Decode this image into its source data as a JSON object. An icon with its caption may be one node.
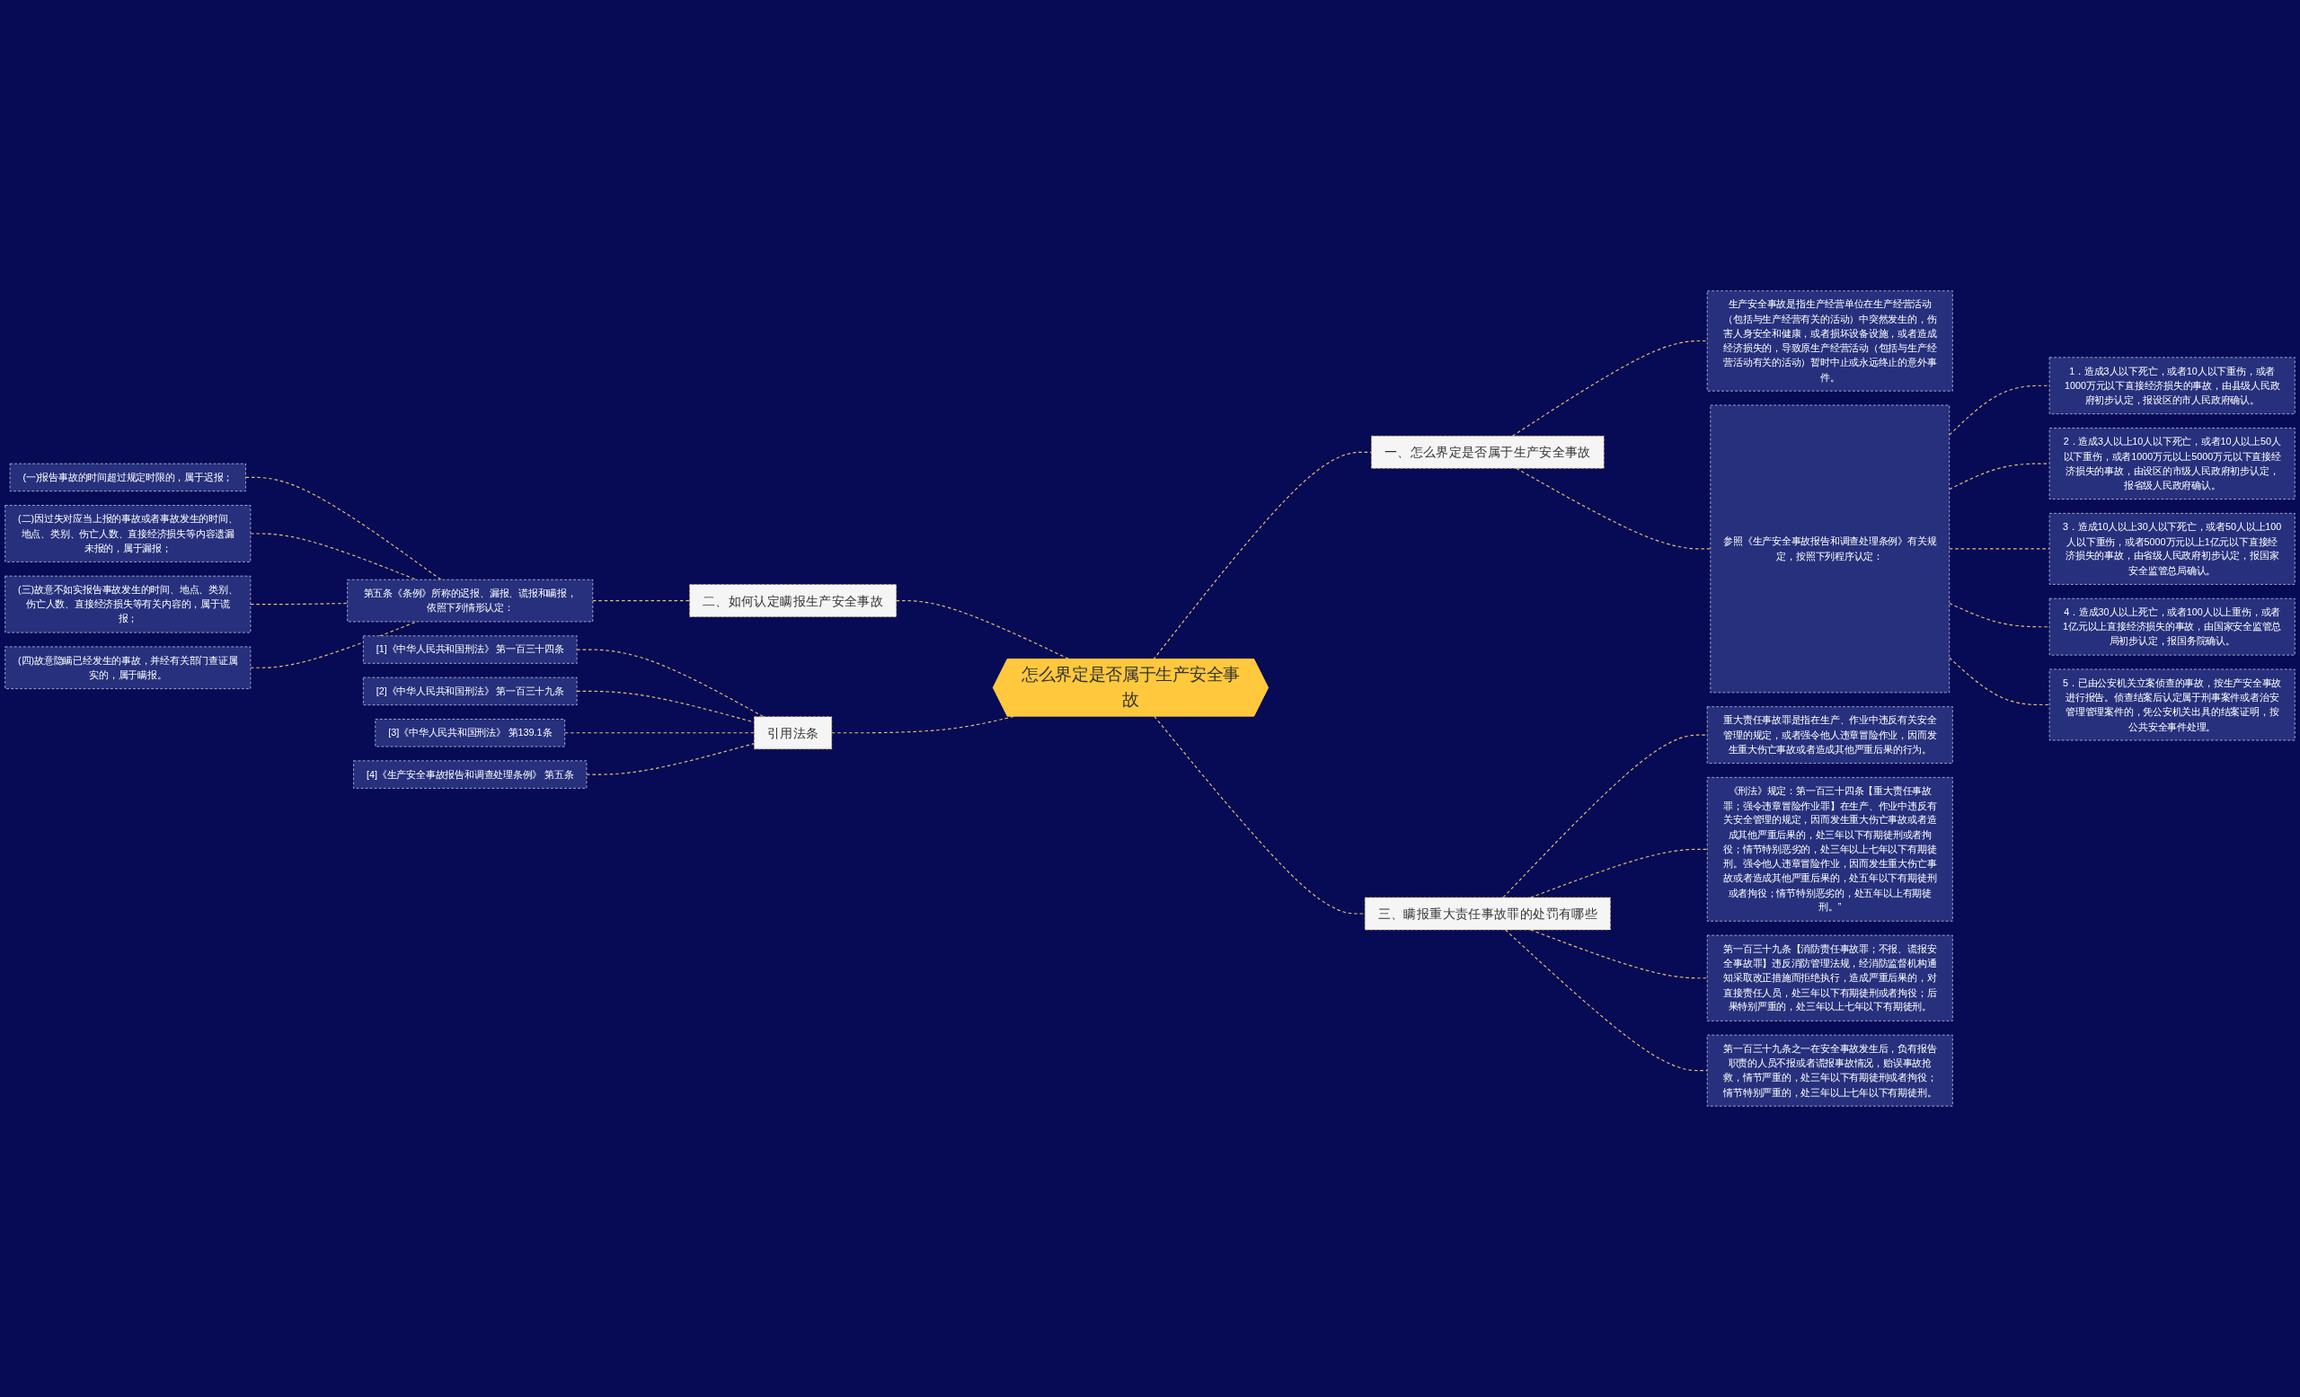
{
  "diagram": {
    "nodes": [
      {
        "text": [
          "怎么界定是否属于生产安全事故"
        ]
      },
      {
        "text": [
          "一、怎么界定是否属于生产安全事故"
        ]
      },
      {
        "text": [
          "生产安全事故是指生产经营单位在生产经营活动（包括与生产经营有关的活动）中突然发生的，伤害人身安全和健康，或者损坏设备设施，或者造成经济损失的，导致原生产经营活动（包括与生产经营活动有关的活动）暂时中止或永远终止的意外事件。"
        ]
      },
      {
        "text": [
          "参照《生产安全事故报告和调查处理条例》有关规定，按照下列程序认定："
        ]
      },
      {
        "text": [
          "1．造成3人以下死亡，或者10人以下重伤，或者1000万元以下直接经济损失的事故，由县级人民政府初步认定，报设区的市人民政府确认。"
        ]
      },
      {
        "text": [
          "2．造成3人以上10人以下死亡，或者10人以上50人以下重伤，或者1000万元以上5000万元以下直接经济损失的事故，由设区的市级人民政府初步认定，报省级人民政府确认。"
        ]
      },
      {
        "text": [
          "3．造成10人以上30人以下死亡，或者50人以上100人以下重伤，或者5000万元以上1亿元以下直接经济损失的事故，由省级人民政府初步认定，报国家安全监管总局确认。"
        ]
      },
      {
        "text": [
          "4．造成30人以上死亡，或者100人以上重伤，或者1亿元以上直接经济损失的事故，由国家安全监管总局初步认定，报国务院确认。"
        ]
      },
      {
        "text": [
          "5．已由公安机关立案侦查的事故，按生产安全事故进行报告。侦查结案后认定属于刑事案件或者治安管理管理案件的，凭公安机关出具的结案证明，按公共安全事件处理。"
        ]
      },
      {
        "text": [
          "二、如何认定瞒报生产安全事故"
        ]
      },
      {
        "text": [
          "第五条《条例》所称的迟报、漏报、谎报和瞒报，依照下列情形认定："
        ]
      },
      {
        "text": [
          "(一)报告事故的时间超过规定时限的，属于迟报；"
        ]
      },
      {
        "text": [
          "(二)因过失对应当上报的事故或者事故发生的时间、地点、类别、伤亡人数、直接经济损失等内容遗漏未报的，属于漏报；"
        ]
      },
      {
        "text": [
          "(三)故意不如实报告事故发生的时间、地点、类别、伤亡人数、直接经济损失等有关内容的，属于谎报；"
        ]
      },
      {
        "text": [
          "(四)故意隐瞒已经发生的事故，并经有关部门查证属实的，属于瞒报。"
        ]
      },
      {
        "text": [
          "三、瞒报重大责任事故罪的处罚有哪些"
        ]
      },
      {
        "text": [
          "重大责任事故罪是指在生产、作业中违反有关安全管理的规定，或者强令他人违章冒险作业，因而发生重大伤亡事故或者造成其他严重后果的行为。"
        ]
      },
      {
        "text": [
          "《刑法》规定：第一百三十四条【重大责任事故罪；强令违章冒险作业罪】在生产、作业中违反有关安全管理的规定，因而发生重大伤亡事故或者造成其他严重后果的，处三年以下有期徒刑或者拘役；情节特别恶劣的，处三年以上七年以下有期徒刑。强令他人违章冒险作业，因而发生重大伤亡事故或者造成其他严重后果的，处五年以下有期徒刑或者拘役；情节特别恶劣的，处五年以上有期徒刑。”"
        ]
      },
      {
        "text": [
          "第一百三十九条【消防责任事故罪；不报、谎报安全事故罪】违反消防管理法规，经消防监督机构通知采取改正措施而拒绝执行，造成严重后果的，对直接责任人员，处三年以下有期徒刑或者拘役；后果特别严重的，处三年以上七年以下有期徒刑。"
        ]
      },
      {
        "text": [
          "第一百三十九条之一在安全事故发生后，负有报告职责的人员不报或者谎报事故情况，贻误事故抢救，情节严重的，处三年以下有期徒刑或者拘役；情节特别严重的，处三年以上七年以下有期徒刑。"
        ]
      },
      {
        "text": [
          "引用法条"
        ]
      },
      {
        "text": [
          "[1]《中华人民共和国刑法》 第一百三十四条"
        ]
      },
      {
        "text": [
          "[2]《中华人民共和国刑法》 第一百三十九条"
        ]
      },
      {
        "text": [
          "[3]《中华人民共和国刑法》 第139.1条"
        ]
      },
      {
        "text": [
          "[4]《生产安全事故报告和调查处理条例》 第五条"
        ]
      }
    ],
    "edges": [
      {
        "from": 0,
        "to": 1,
        "arrow": "none",
        "style": "dashed"
      },
      {
        "from": 1,
        "to": 2,
        "arrow": "none",
        "style": "dashed"
      },
      {
        "from": 1,
        "to": 3,
        "arrow": "none",
        "style": "dashed"
      },
      {
        "from": 3,
        "to": 4,
        "arrow": "none",
        "style": "dashed"
      },
      {
        "from": 3,
        "to": 5,
        "arrow": "none",
        "style": "dashed"
      },
      {
        "from": 3,
        "to": 6,
        "arrow": "none",
        "style": "dashed"
      },
      {
        "from": 3,
        "to": 7,
        "arrow": "none",
        "style": "dashed"
      },
      {
        "from": 3,
        "to": 8,
        "arrow": "none",
        "style": "dashed"
      },
      {
        "from": 0,
        "to": 9,
        "arrow": "none",
        "style": "dashed"
      },
      {
        "from": 9,
        "to": 10,
        "arrow": "none",
        "style": "dashed"
      },
      {
        "from": 10,
        "to": 11,
        "arrow": "none",
        "style": "dashed"
      },
      {
        "from": 10,
        "to": 12,
        "arrow": "none",
        "style": "dashed"
      },
      {
        "from": 10,
        "to": 13,
        "arrow": "none",
        "style": "dashed"
      },
      {
        "from": 10,
        "to": 14,
        "arrow": "none",
        "style": "dashed"
      },
      {
        "from": 0,
        "to": 15,
        "arrow": "none",
        "style": "dashed"
      },
      {
        "from": 15,
        "to": 16,
        "arrow": "none",
        "style": "dashed"
      },
      {
        "from": 15,
        "to": 17,
        "arrow": "none",
        "style": "dashed"
      },
      {
        "from": 15,
        "to": 18,
        "arrow": "none",
        "style": "dashed"
      },
      {
        "from": 15,
        "to": 19,
        "arrow": "none",
        "style": "dashed"
      },
      {
        "from": 0,
        "to": 20,
        "arrow": "none",
        "style": "dashed"
      },
      {
        "from": 20,
        "to": 21,
        "arrow": "none",
        "style": "dashed"
      },
      {
        "from": 20,
        "to": 22,
        "arrow": "none",
        "style": "dashed"
      },
      {
        "from": 20,
        "to": 23,
        "arrow": "none",
        "style": "dashed"
      },
      {
        "from": 20,
        "to": 24,
        "arrow": "none",
        "style": "dashed"
      }
    ]
  }
}
